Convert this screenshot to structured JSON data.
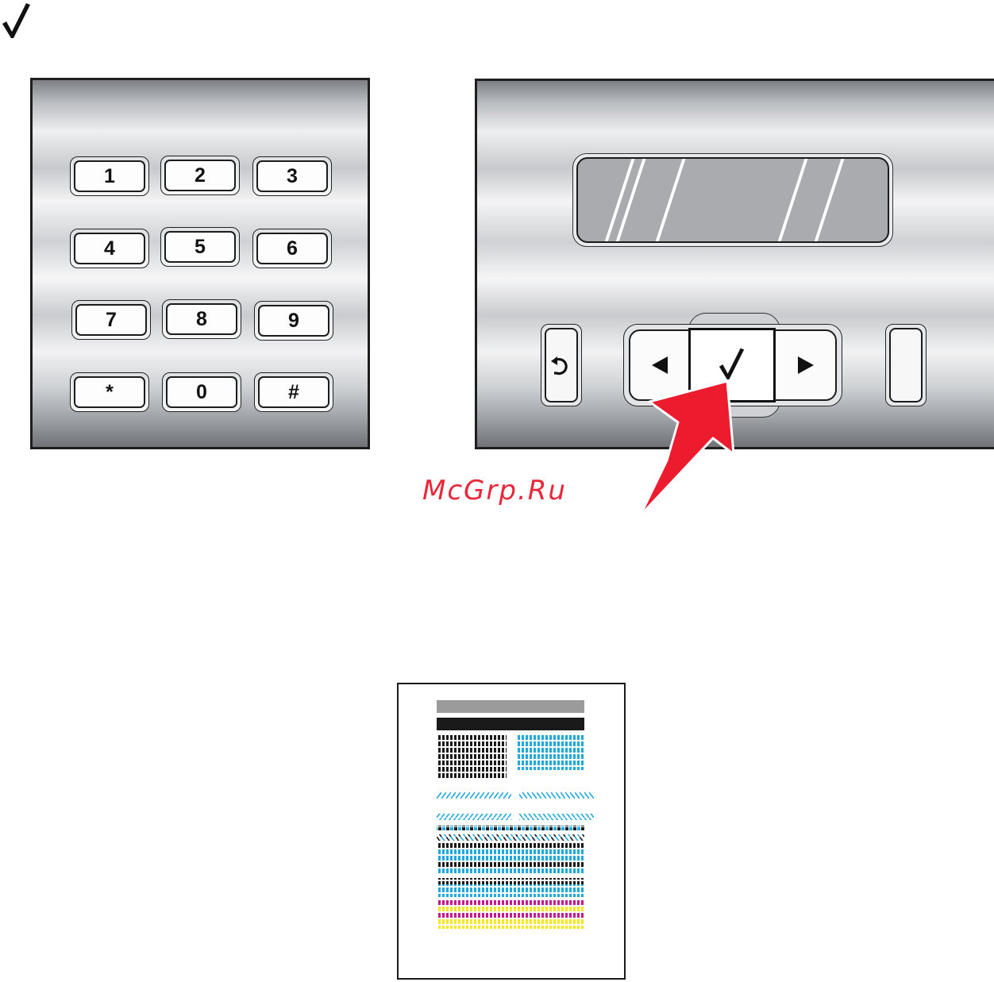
{
  "header": {
    "symbol": "√"
  },
  "keypad": {
    "keys": [
      {
        "label": "1"
      },
      {
        "label": "2"
      },
      {
        "label": "3"
      },
      {
        "label": "4"
      },
      {
        "label": "5"
      },
      {
        "label": "6"
      },
      {
        "label": "7"
      },
      {
        "label": "8"
      },
      {
        "label": "9"
      },
      {
        "label": "*"
      },
      {
        "label": "0"
      },
      {
        "label": "#"
      }
    ]
  },
  "control_panel": {
    "ok_symbol": "√",
    "icons": [
      "back-arrow-icon",
      "left-arrow-icon",
      "checkmark-icon",
      "right-arrow-icon"
    ]
  },
  "watermark": {
    "text": "McGrp.Ru"
  },
  "colors": {
    "arrow": "#ec1c2e",
    "cyan": "#1fa9df",
    "magenta": "#c8168c",
    "yellow": "#f7e81b",
    "black": "#1a1a1a",
    "gray": "#9b9b9b"
  }
}
